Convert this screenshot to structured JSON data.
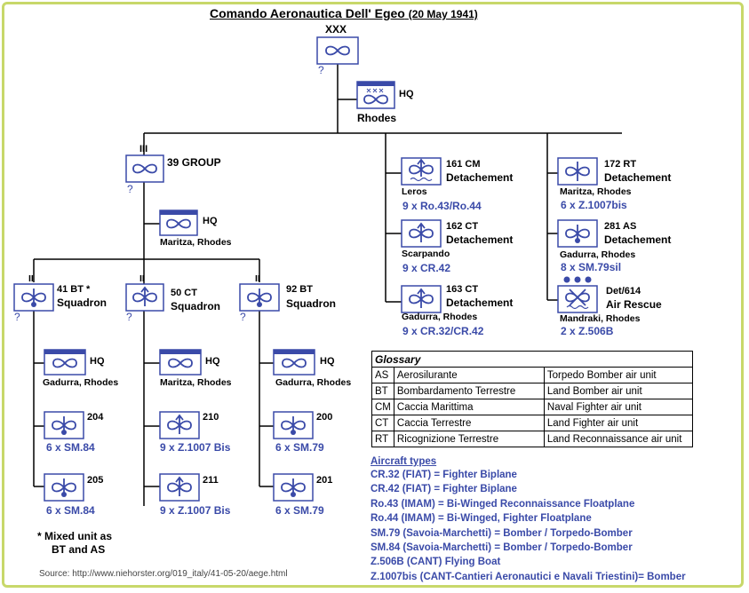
{
  "title": {
    "main": "Comando Aeronautica Dell' Egeo",
    "date": "(20 May 1941)"
  },
  "command": {
    "echelon": "XXX",
    "unknown": "?"
  },
  "hq_top": {
    "label": "HQ",
    "location": "Rhodes",
    "echelon": "XXX"
  },
  "group": {
    "echelon": "III",
    "name": "39  GROUP",
    "unknown": "?",
    "hq_label": "HQ",
    "hq_location": "Maritza, Rhodes"
  },
  "detachments": [
    {
      "code": "161 CM",
      "type": "Detachement",
      "location": "Leros",
      "aircraft": "9 x Ro.43/Ro.44"
    },
    {
      "code": "162 CT",
      "type": "Detachement",
      "location": "Scarpando",
      "aircraft": "9 x CR.42"
    },
    {
      "code": "163 CT",
      "type": "Detachement",
      "location": "Gadurra, Rhodes",
      "aircraft": "9 x CR.32/CR.42"
    },
    {
      "code": "172 RT",
      "type": "Detachement",
      "location": "Maritza, Rhodes",
      "aircraft": "6 x Z.1007bis"
    },
    {
      "code": "281 AS",
      "type": "Detachement",
      "location": "Gadurra, Rhodes",
      "aircraft": "8 x SM.79sil"
    },
    {
      "code": "Det/614",
      "type": "Air Rescue",
      "location": "Mandraki, Rhodes",
      "aircraft": "2 x Z.506B"
    }
  ],
  "squadrons": [
    {
      "echelon": "II",
      "code": "41 BT",
      "mark": "*",
      "type": "Squadron",
      "unknown": "?",
      "hq_label": "HQ",
      "hq_location": "Gadurra, Rhodes",
      "flights": [
        {
          "num": "204",
          "aircraft": "6 x SM.84"
        },
        {
          "num": "205",
          "aircraft": "6 x SM.84"
        }
      ]
    },
    {
      "echelon": "II",
      "code": "50 CT",
      "mark": "",
      "type": "Squadron",
      "unknown": "?",
      "hq_label": "HQ",
      "hq_location": "Maritza, Rhodes",
      "flights": [
        {
          "num": "210",
          "aircraft": "9 x Z.1007 Bis"
        },
        {
          "num": "211",
          "aircraft": "9 x Z.1007 Bis"
        }
      ]
    },
    {
      "echelon": "II",
      "code": "92 BT",
      "mark": "",
      "type": "Squadron",
      "unknown": "?",
      "hq_label": "HQ",
      "hq_location": "Gadurra, Rhodes",
      "flights": [
        {
          "num": "200",
          "aircraft": "6 x SM.79"
        },
        {
          "num": "201",
          "aircraft": "6 x SM.79"
        }
      ]
    }
  ],
  "note": {
    "line1": "* Mixed unit as",
    "line2": "BT and AS"
  },
  "glossary": {
    "title": "Glossary",
    "rows": [
      [
        "AS",
        "Aerosilurante",
        "Torpedo Bomber air unit"
      ],
      [
        "BT",
        "Bombardamento Terrestre",
        "Land Bomber air unit"
      ],
      [
        "CM",
        "Caccia Marittima",
        "Naval Fighter air unit"
      ],
      [
        "CT",
        "Caccia Terrestre",
        "Land Fighter air unit"
      ],
      [
        "RT",
        "Ricognizione Terrestre",
        "Land Reconnaissance air unit"
      ]
    ]
  },
  "aircraft_types": {
    "heading": "Aircraft types",
    "rows": [
      "CR.32 (FIAT)  =  Fighter Biplane",
      "CR.42 (FIAT)  =  Fighter Biplane",
      "Ro.43 (IMAM) = Bi-Winged Reconnaissance Floatplane",
      "Ro.44 (IMAM) = Bi-Winged, Fighter Floatplane",
      "SM.79 (Savoia-Marchetti) = Bomber / Torpedo-Bomber",
      "SM.84 (Savoia-Marchetti) = Bomber / Torpedo-Bomber",
      "Z.506B (CANT) Flying Boat",
      "Z.1007bis (CANT-Cantieri Aeronautici e Navali Triestini)= Bomber"
    ]
  },
  "source": "Source: http://www.niehorster.org/019_italy/41-05-20/aege.html",
  "colors": {
    "line": "#000000",
    "symbol": "#3a4aa8",
    "text_blue": "#3a4aa8",
    "frame": "#c8d86a"
  }
}
